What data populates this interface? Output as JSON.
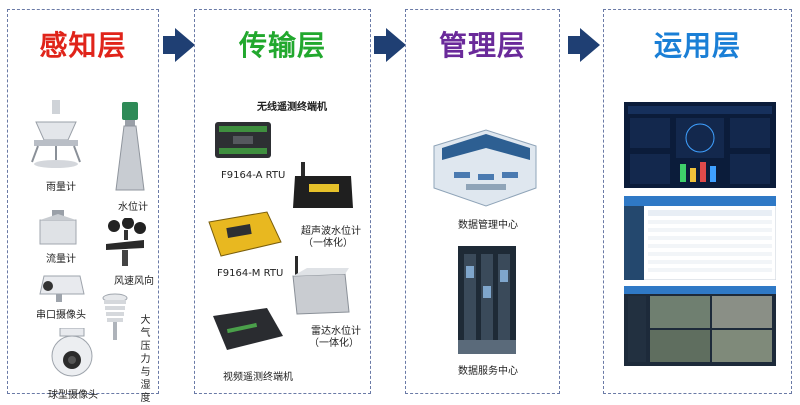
{
  "colors": {
    "sense": "#e0241a",
    "transmit": "#22a82e",
    "manage": "#6a2a9a",
    "apply": "#1a7fd6",
    "arrow": "#1f3f73",
    "border": "#6a7aa6"
  },
  "panels": {
    "sense": {
      "title": "感知层",
      "items": {
        "rain_gauge": "雨量计",
        "water_level": "水位计",
        "flow_meter": "流量计",
        "wind": "风速风向",
        "serial_camera": "串口摄像头",
        "pressure_humidity": "大气压力与湿度",
        "dome_camera": "球型摄像头"
      }
    },
    "transmit": {
      "title": "传输层",
      "heading": "无线遥测终端机",
      "items": {
        "rtu_a": "F9164-A RTU",
        "ultrasonic": "超声波水位计",
        "ultrasonic_sub": "（一体化）",
        "rtu_m": "F9164-M RTU",
        "radar": "雷达水位计",
        "radar_sub": "（一体化）",
        "video_terminal": "视频遥测终端机"
      }
    },
    "manage": {
      "title": "管理层",
      "items": {
        "data_mgmt": "数据管理中心",
        "data_service": "数据服务中心"
      }
    },
    "apply": {
      "title": "运用层"
    }
  },
  "arrow_icon": "right-arrow-icon"
}
